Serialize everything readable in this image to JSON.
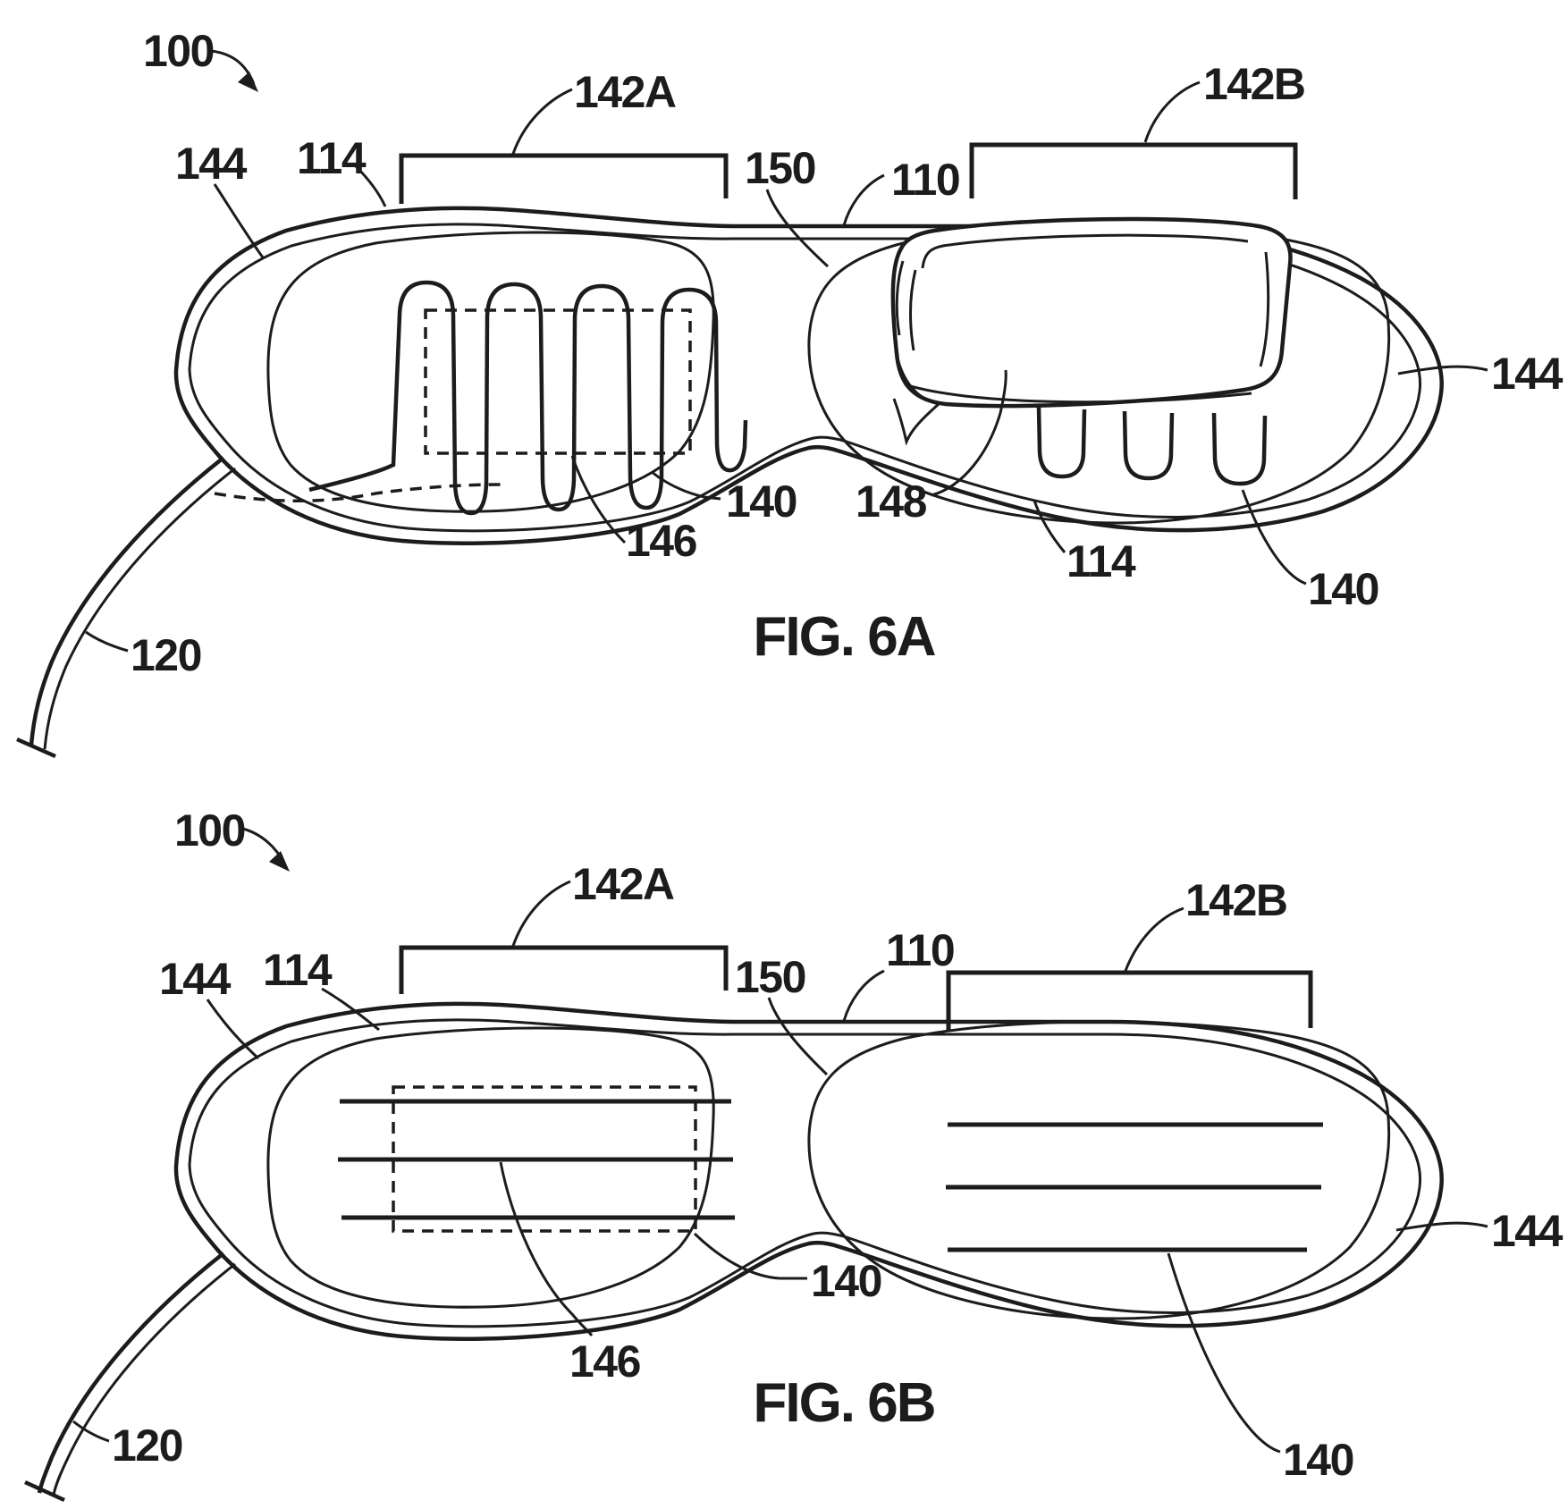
{
  "page": {
    "background": "#ffffff",
    "ink": "#1c1c1c"
  },
  "figures": [
    {
      "caption": "FIG. 6A",
      "labels": [
        {
          "text": "100"
        },
        {
          "text": "142A"
        },
        {
          "text": "150"
        },
        {
          "text": "110"
        },
        {
          "text": "142B"
        },
        {
          "text": "144"
        },
        {
          "text": "114"
        },
        {
          "text": "146"
        },
        {
          "text": "140"
        },
        {
          "text": "148"
        },
        {
          "text": "114"
        },
        {
          "text": "140"
        },
        {
          "text": "144"
        },
        {
          "text": "120"
        }
      ]
    },
    {
      "caption": "FIG. 6B",
      "labels": [
        {
          "text": "100"
        },
        {
          "text": "142A"
        },
        {
          "text": "150"
        },
        {
          "text": "110"
        },
        {
          "text": "142B"
        },
        {
          "text": "144"
        },
        {
          "text": "114"
        },
        {
          "text": "146"
        },
        {
          "text": "140"
        },
        {
          "text": "140"
        },
        {
          "text": "144"
        },
        {
          "text": "120"
        }
      ]
    }
  ]
}
